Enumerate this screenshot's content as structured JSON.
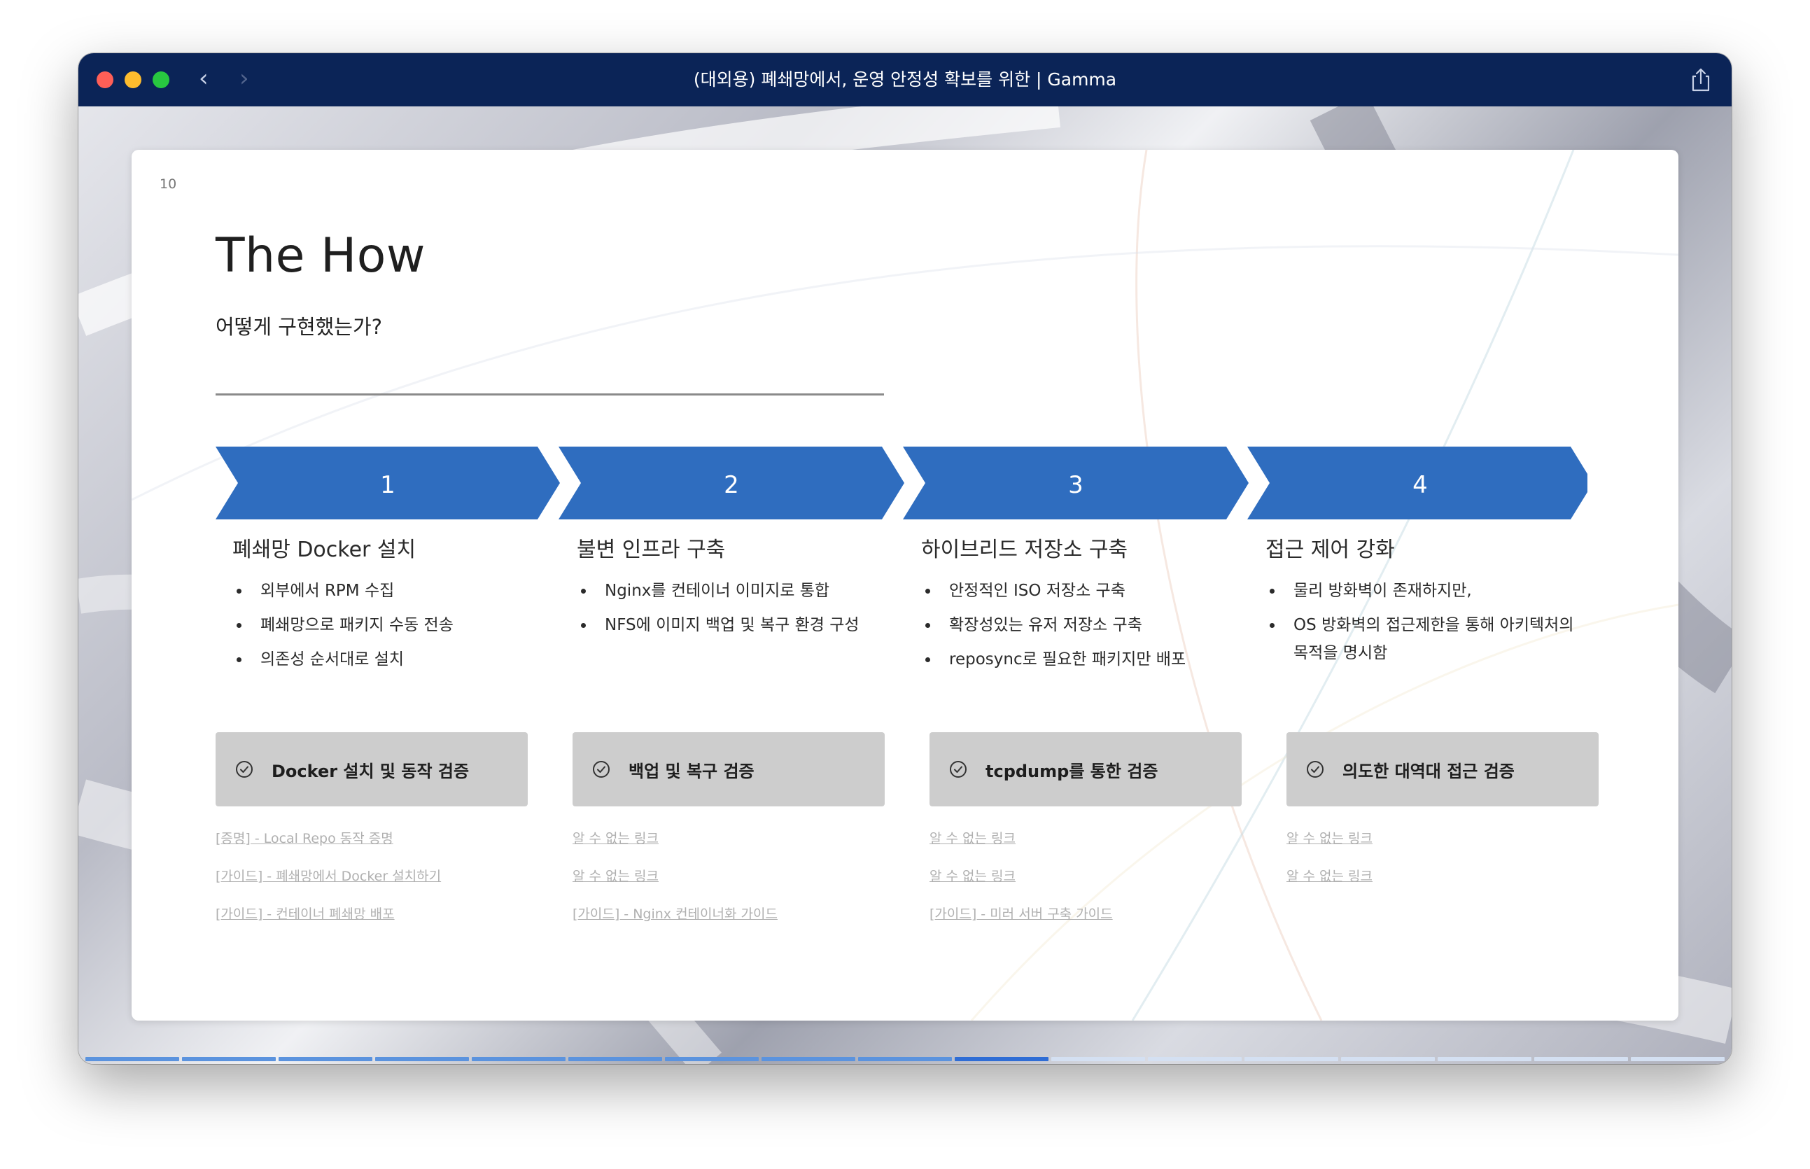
{
  "window": {
    "title": "(대외용) 폐쇄망에서, 운영 안정성 확보를 위한 | Gamma",
    "titlebar_color": "#0b2457",
    "back_icon": "chevron-left-icon",
    "forward_icon": "chevron-right-icon",
    "share_icon": "share-icon"
  },
  "slide": {
    "page_number": "10",
    "heading": "The How",
    "subheading": "어떻게 구현했는가?",
    "accent_color": "#2f6dbf",
    "steps": [
      {
        "number": "1",
        "title": "폐쇄망 Docker 설치",
        "bullets": [
          "외부에서 RPM 수집",
          "폐쇄망으로 패키지 수동 전송",
          "의존성 순서대로 설치"
        ],
        "verification": "Docker 설치 및 동작 검증",
        "links": [
          "[증명] - Local Repo 동작 증명",
          "[가이드] - 폐쇄망에서 Docker 설치하기",
          "[가이드] - 컨테이너 폐쇄망 배포"
        ]
      },
      {
        "number": "2",
        "title": "불변 인프라 구축",
        "bullets": [
          "Nginx를 컨테이너 이미지로 통합",
          "NFS에 이미지 백업 및 복구 환경 구성"
        ],
        "verification": "백업 및 복구 검증",
        "links": [
          "알 수 없는 링크",
          "알 수 없는 링크",
          "[가이드] - Nginx 컨테이너화 가이드"
        ]
      },
      {
        "number": "3",
        "title": "하이브리드 저장소 구축",
        "bullets": [
          "안정적인 ISO 저장소 구축",
          "확장성있는 유저 저장소 구축",
          "reposync로 필요한 패키지만 배포"
        ],
        "verification": "tcpdump를 통한 검증",
        "links": [
          "알 수 없는 링크",
          "알 수 없는 링크",
          "[가이드] - 미러 서버 구축 가이드"
        ]
      },
      {
        "number": "4",
        "title": "접근 제어 강화",
        "bullets": [
          "물리 방화벽이 존재하지만,",
          "OS 방화벽의 접근제한을 통해 아키텍처의 목적을 명시함"
        ],
        "verification": "의도한 대역대 접근 검증",
        "links": [
          "알 수 없는 링크",
          "알 수 없는 링크"
        ]
      }
    ]
  },
  "progress": {
    "total_slides": 17,
    "current_slide": 10,
    "done_color": "#5b93de",
    "current_color": "#2f6dd5",
    "todo_color": "#d4e0f2"
  }
}
